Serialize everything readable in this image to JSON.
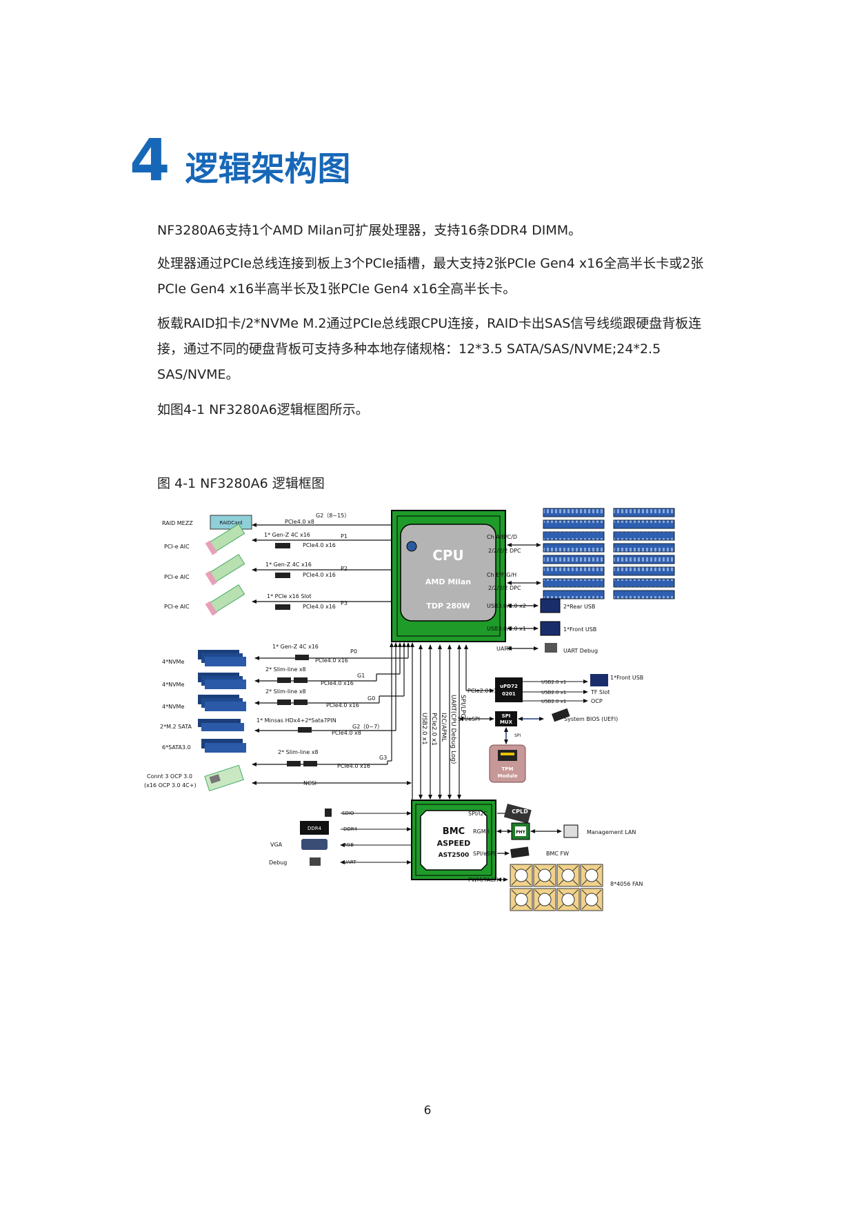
{
  "heading": {
    "number": "4",
    "title": "逻辑架构图"
  },
  "paragraphs": [
    "NF3280A6支持1个AMD Milan可扩展处理器，支持16条DDR4 DIMM。",
    "处理器通过PCIe总线连接到板上3个PCIe插槽，最大支持2张PCIe Gen4 x16全高半长卡或2张PCIe Gen4 x16半高半长及1张PCIe Gen4 x16全高半长卡。",
    "板载RAID扣卡/2*NVMe M.2通过PCIe总线跟CPU连接，RAID卡出SAS信号线缆跟硬盘背板连接，通过不同的硬盘背板可支持多种本地存储规格：12*3.5 SATA/SAS/NVME;24*2.5 SAS/NVME。",
    "如图4-1 NF3280A6逻辑框图所示。"
  ],
  "figure_caption": "图 4-1 NF3280A6 逻辑框图",
  "page_number": "6",
  "diagram": {
    "cpu": {
      "title": "CPU",
      "model": "AMD Milan",
      "tdp": "TDP 280W"
    },
    "bmc": {
      "title": "BMC",
      "vendor": "ASPEED",
      "model": "AST2500"
    },
    "left_labels": {
      "raid_mezz": "RAID MEZZ",
      "raid_card": "RAIDCard",
      "pcie_aic": "PCI-e AIC",
      "nvme4": "4*NVMe",
      "m2_sata": "2*M.2 SATA",
      "sata6": "6*SATA3.0",
      "ocp1": "Connt 3 OCP 3.0",
      "ocp2": "(x16 OCP 3.0 4C+)",
      "vga": "VGA",
      "debug": "Debug"
    },
    "links": {
      "g2_8_15": "G2（8~15）",
      "pcie_x8": "PCIe4.0 x8",
      "pcie_x16": "PCIe4.0 x16",
      "gen_z_4c_a": "1* Gen-Z 4C x16",
      "gen_z_4c_b": "1* Gen-Z 4C x16",
      "pcie_slot": "1* PCIe x16 Slot",
      "p0": "P0",
      "p1": "P1",
      "p2": "P2",
      "p3": "P3",
      "g0": "G0",
      "g1": "G1",
      "g3": "G3",
      "slimline_x8": "2* Slim-line x8",
      "minsas": "1* Minsas HDx4+2*Sata7PIN",
      "g2_0_7": "G2（0~7）",
      "ncsi": "NCSI",
      "sdio": "SDIO",
      "ddr4": "DDR4",
      "rgb": "RGB",
      "uart": "UART"
    },
    "vertical_buses": [
      "USB2.0 x1",
      "PCIe2.0 x1",
      "I2C/APML",
      "UART(CPU Debug Log)",
      "SPI/LPC"
    ],
    "right": {
      "ch_abcd": "Ch A/B/C/D",
      "ch_efgh": "Ch E/F/G/H",
      "dpc": "2/2/2/2 DPC",
      "usb_x2": "USB3.0/2.0 x2",
      "rear_usb": "2*Rear USB",
      "usb_x1": "USB3.0/2.0 x1",
      "front_usb": "1*Front USB",
      "uart": "UART",
      "uart_debug": "UART Debug",
      "pcie20": "PCIe2.0 x1",
      "upd_line1": "uPD72",
      "upd_line2": "0201",
      "usb20": "USB2.0 x1",
      "front_usb2": "1*Front USB",
      "tf_slot": "TF Slot",
      "ocp": "OCP",
      "spi_espi": "SPI/eSPI",
      "spi_mux_1": "SPI",
      "spi_mux_2": "MUX",
      "system_bios": "System BIOS (UEFI)",
      "spi": "SPI",
      "tpm_1": "TPM",
      "tpm_2": "Module",
      "spi_i2c": "SPI/I2C",
      "cpld": "CPLD",
      "rgmii": "RGMII",
      "phy": "PHY",
      "mgmt_lan": "Management LAN",
      "bmc_fw": "BMC FW",
      "pwm": "PWM/TACH",
      "fan": "8*4056 FAN"
    }
  }
}
